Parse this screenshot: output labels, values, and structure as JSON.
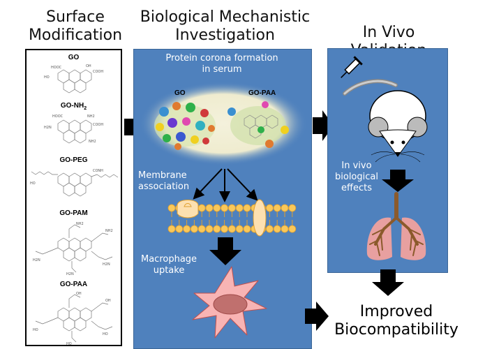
{
  "columns": {
    "surface": {
      "title_line1": "Surface",
      "title_line2": "Modification"
    },
    "mechanistic": {
      "title_line1": "Biological Mechanistic",
      "title_line2": "Investigation"
    },
    "invivo": {
      "title": "In Vivo Validation"
    }
  },
  "surface_modifications": [
    {
      "name": "GO"
    },
    {
      "name": "GO-NH",
      "subscript": "2"
    },
    {
      "name": "GO-PEG"
    },
    {
      "name": "GO-PAM"
    },
    {
      "name": "GO-PAA"
    }
  ],
  "mechanistic": {
    "corona_line1": "Protein corona formation",
    "corona_line2": "in serum",
    "particle_left": "GO",
    "particle_right": "GO-PAA",
    "membrane_line1": "Membrane",
    "membrane_line2": "association",
    "uptake_line1": "Macrophage",
    "uptake_line2": "uptake"
  },
  "invivo": {
    "effects_line1": "In vivo",
    "effects_line2": "biological",
    "effects_line3": "effects"
  },
  "outcome": {
    "line1": "Improved",
    "line2": "Biocompatibility"
  },
  "colors": {
    "panel_blue": "#4f81bd",
    "membrane": "#f9c85a",
    "macrophage": "#f8b4b4",
    "lung": "#e8a0a0",
    "bronchi": "#8b5a2b"
  }
}
